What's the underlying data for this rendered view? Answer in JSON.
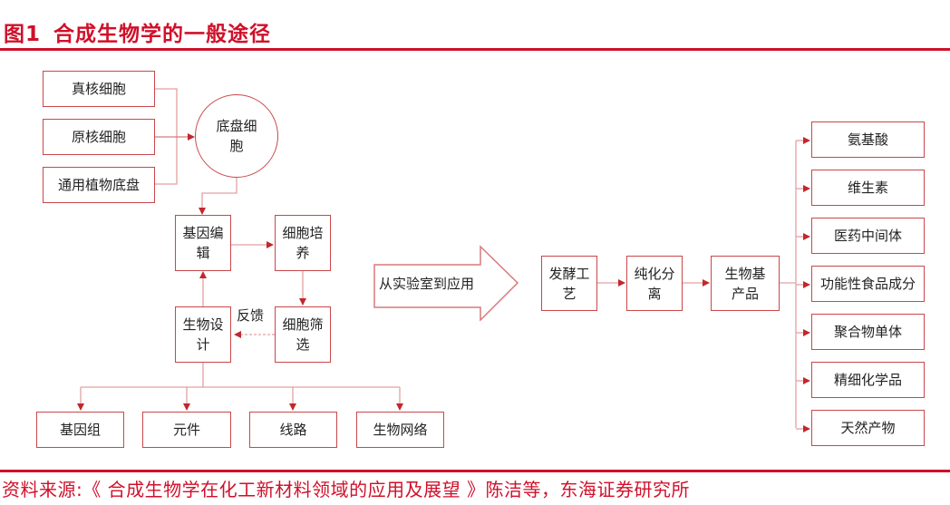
{
  "header": {
    "figure_no": "图1",
    "title": "合成生物学的一般途径"
  },
  "colors": {
    "accent": "#d0102a",
    "line": "#c9474a",
    "line_light": "#e3a0a2"
  },
  "chassis_sources": [
    "真核细胞",
    "原核细胞",
    "通用植物底盘"
  ],
  "chassis_cell": "底盘细胞",
  "cycle": {
    "gene_editing": "基因编辑",
    "cell_culture": "细胞培养",
    "cell_screening": "细胞筛选",
    "bio_design": "生物设计",
    "feedback": "反馈"
  },
  "design_levels": [
    "基因组",
    "元件",
    "线路",
    "生物网络"
  ],
  "transition_arrow": "从实验室到应用",
  "process": [
    "发酵工艺",
    "纯化分离",
    "生物基产品"
  ],
  "products": [
    "氨基酸",
    "维生素",
    "医药中间体",
    "功能性食品成分",
    "聚合物单体",
    "精细化学品",
    "天然产物"
  ],
  "source": "资料来源:《 合成生物学在化工新材料领域的应用及展望 》陈洁等，东海证券研究所"
}
